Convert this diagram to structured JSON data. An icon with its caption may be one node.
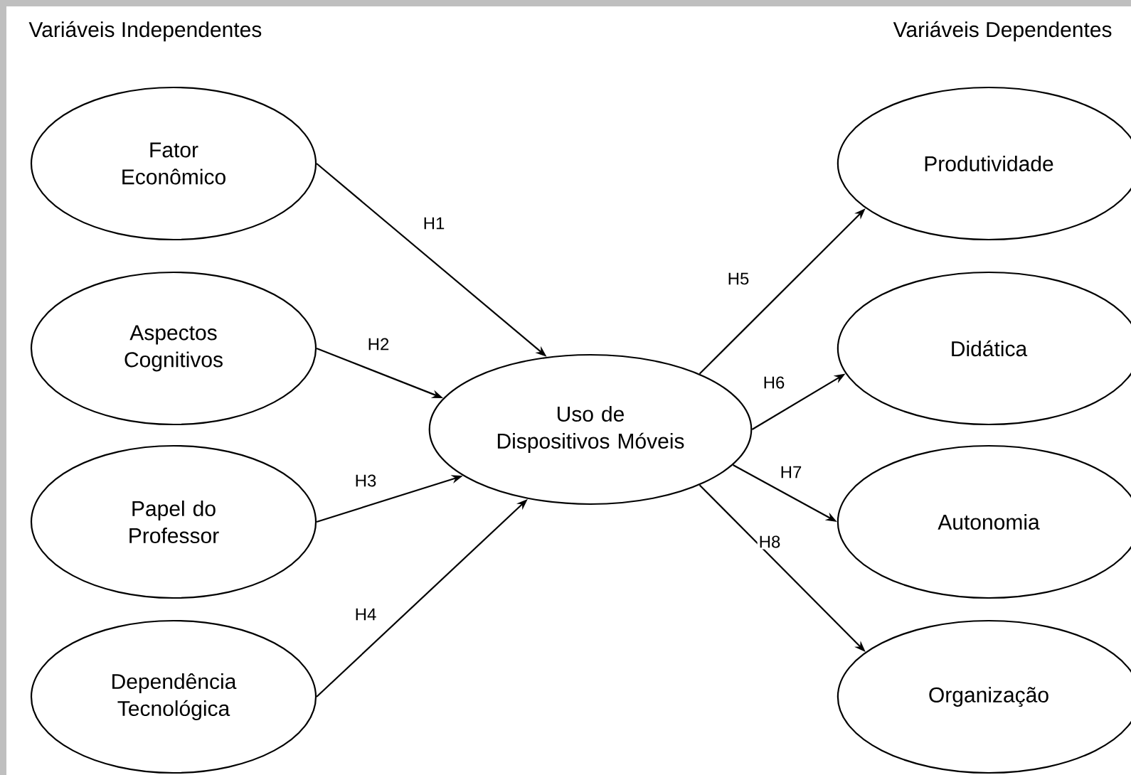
{
  "diagram": {
    "nodes": [
      {
        "text": [
          "Fator Econômico"
        ]
      },
      {
        "text": [
          "Aspectos Cognitivos"
        ]
      },
      {
        "text": [
          "Papel do Professor"
        ]
      },
      {
        "text": [
          "Dependência Tecnológica"
        ]
      },
      {
        "text": [
          "Uso de Dispositivos Móveis"
        ]
      },
      {
        "text": [
          "Produtividade"
        ]
      },
      {
        "text": [
          "Didática"
        ]
      },
      {
        "text": [
          "Autonomia"
        ]
      },
      {
        "text": [
          "Organização"
        ]
      }
    ],
    "edges": [
      {
        "from": 0,
        "to": 4,
        "arrow": "to",
        "label": "H1"
      },
      {
        "from": 1,
        "to": 4,
        "arrow": "to",
        "label": "H2"
      },
      {
        "from": 2,
        "to": 4,
        "arrow": "to",
        "label": "H3"
      },
      {
        "from": 3,
        "to": 4,
        "arrow": "to",
        "label": "H4"
      },
      {
        "from": 4,
        "to": 5,
        "arrow": "to",
        "label": "H5"
      },
      {
        "from": 4,
        "to": 6,
        "arrow": "to",
        "label": "H6"
      },
      {
        "from": 4,
        "to": 7,
        "arrow": "to",
        "label": "H7"
      },
      {
        "from": 4,
        "to": 8,
        "arrow": "to",
        "label": "H8"
      }
    ],
    "labels": [
      "Variáveis Independentes",
      "Variáveis Dependentes"
    ]
  }
}
